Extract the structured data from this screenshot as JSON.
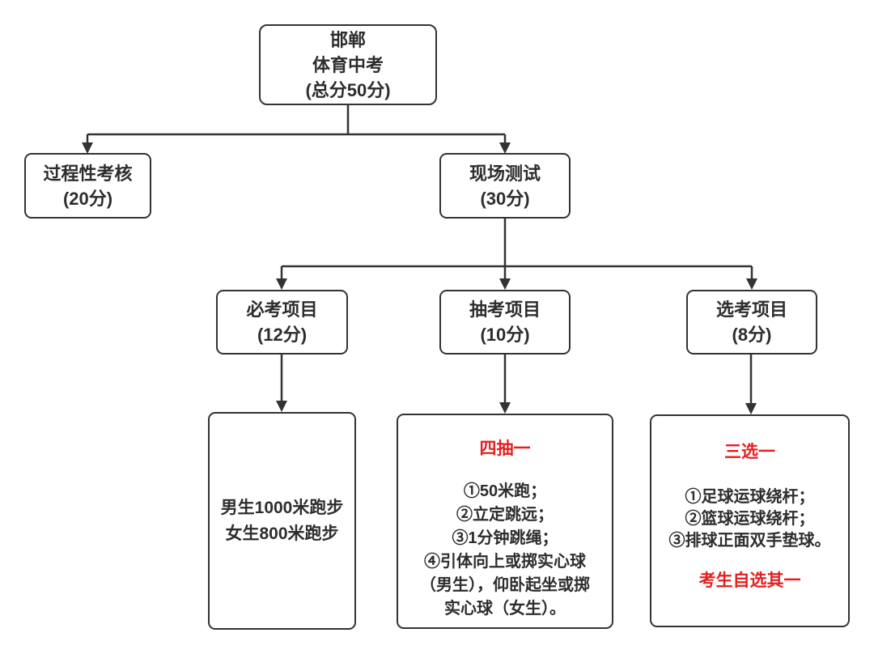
{
  "diagram": {
    "root": {
      "lines": [
        "邯郸",
        "体育中考",
        "(总分50分)"
      ]
    },
    "process": {
      "lines": [
        "过程性考核",
        "(20分)"
      ]
    },
    "onsite": {
      "lines": [
        "现场测试",
        "(30分)"
      ]
    },
    "required": {
      "lines": [
        "必考项目",
        "(12分)"
      ]
    },
    "drawn": {
      "lines": [
        "抽考项目",
        "(10分)"
      ]
    },
    "elective": {
      "lines": [
        "选考项目",
        "(8分)"
      ]
    },
    "required_detail": {
      "lines": [
        "男生1000米跑步",
        "女生800米跑步"
      ]
    },
    "drawn_detail": {
      "title": "四抽一",
      "items": [
        "①50米跑；",
        "②立定跳远；",
        "③1分钟跳绳；",
        "④引体向上或掷实心球（男生），仰卧起坐或掷实心球（女生）。"
      ]
    },
    "elective_detail": {
      "title": "三选一",
      "items": [
        "①足球运球绕杆；",
        "②篮球运球绕杆；",
        "③排球正面双手垫球。"
      ],
      "footer": "考生自选其一"
    }
  },
  "colors": {
    "line": "#333333",
    "text": "#2d2d2d",
    "accent_red": "#e3201f",
    "background": "#ffffff"
  }
}
